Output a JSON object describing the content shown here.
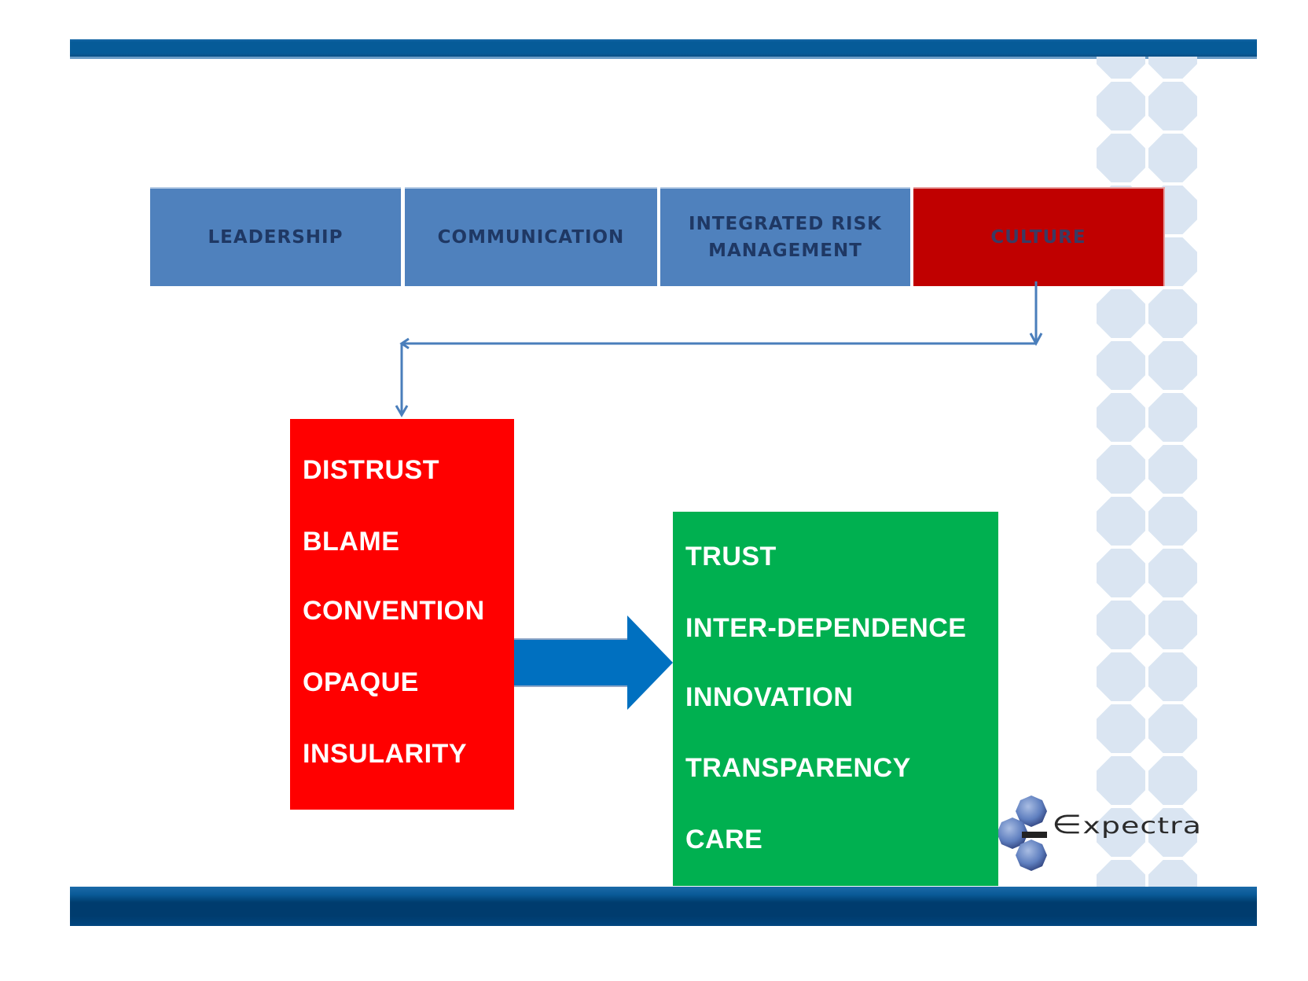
{
  "slide": {
    "colors": {
      "header_bar": "#065b98",
      "footer_bar": "#003c6e",
      "tab_blue": "#4f81bd",
      "tab_active": "#c00000",
      "tab_text": "#1f3864",
      "current_state_box": "#ff0000",
      "target_state_box": "#00b050",
      "transition_arrow": "#0070c0",
      "connector": "#4a7ebb",
      "hex_pattern": "#dae5f2"
    },
    "tabs": [
      {
        "label": "LEADERSHIP",
        "active": false
      },
      {
        "label": "COMMUNICATION",
        "active": false
      },
      {
        "label": "INTEGRATED RISK MANAGEMENT",
        "line1": "INTEGRATED RISK",
        "line2": "MANAGEMENT",
        "active": false
      },
      {
        "label": "CULTURE",
        "active": true
      }
    ],
    "current_state": {
      "items": [
        "DISTRUST",
        "BLAME",
        "CONVENTION",
        "OPAQUE",
        "INSULARITY"
      ]
    },
    "target_state": {
      "items": [
        "TRUST",
        "INTER-DEPENDENCE",
        "INNOVATION",
        "TRANSPARENCY",
        "CARE"
      ]
    },
    "transition_arrow_icon": "right-arrow-icon",
    "logo": {
      "text": "xpectra",
      "brand": "Expectra",
      "icon": "cube-cluster-logo-icon"
    }
  }
}
